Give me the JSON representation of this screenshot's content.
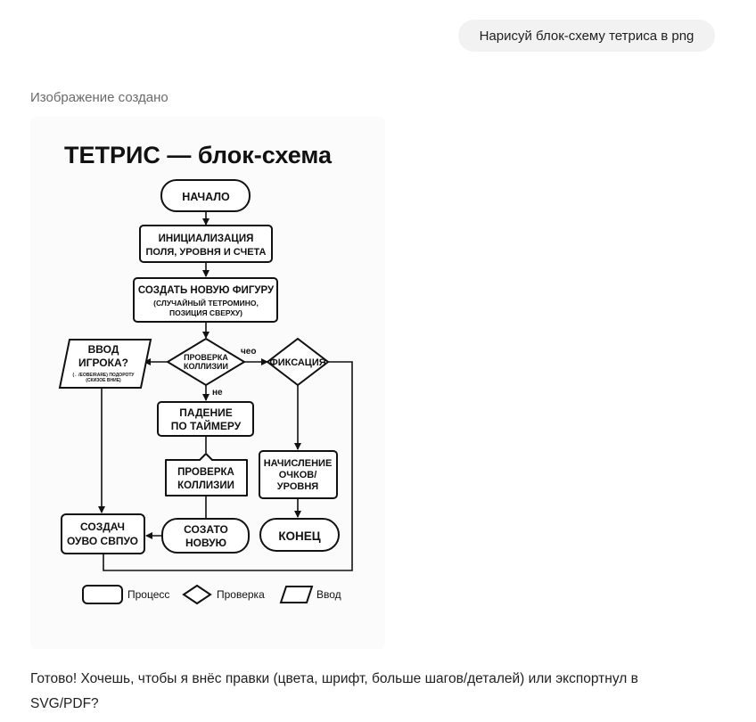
{
  "user_message": "Нарисуй блок-схему тетриса в png",
  "status": "Изображение создано",
  "flowchart": {
    "title": "ТЕТРИС — блок-схема",
    "start": "НАЧАЛО",
    "init": [
      "ИНИЦИАЛИЗАЦИЯ",
      "ПОЛЯ, УРОВНЯ И СЧЕТА"
    ],
    "new_piece": [
      "СОЗДАТЬ НОВУЮ ФИГУРУ",
      "(СЛУЧАЙНЫЙ ТЕТРОМИНО,",
      "ПОЗИЦИЯ СВЕРХУ)"
    ],
    "input": [
      "ВВОД",
      "ИГРОКА?",
      "(←/ЕОВЕ/RARE) ПОДОРОТУ",
      "(СКИЗОЕ ВНИЕ)"
    ],
    "collision_check_1": [
      "ПРОВЕРКА",
      "КОЛЛИЗИИ"
    ],
    "label_yes": "чео",
    "label_no": "не",
    "lock": "ФИКСАЦИЯ",
    "fall": [
      "ПАДЕНИЕ",
      "ПО ТАЙМЕРУ"
    ],
    "collision_check_2": [
      "ПРОВЕРКА",
      "КОЛЛИЗИИ"
    ],
    "score": [
      "НАЧИСЛЕНИЕ",
      "ОЧКОВ/",
      "УРОВНЯ"
    ],
    "create_alt": [
      "СОЗДАЧ",
      "ОУВО СВПУО"
    ],
    "create_new": [
      "СОЗАТО",
      "НОВУЮ"
    ],
    "end": "КОНЕЦ",
    "legend": {
      "process": "Процесс",
      "check": "Проверка",
      "input": "Ввод"
    }
  },
  "reply": "Готово! Хочешь, чтобы я внёс правки (цвета, шрифт, больше шагов/деталей) или экспортнул в SVG/PDF?"
}
